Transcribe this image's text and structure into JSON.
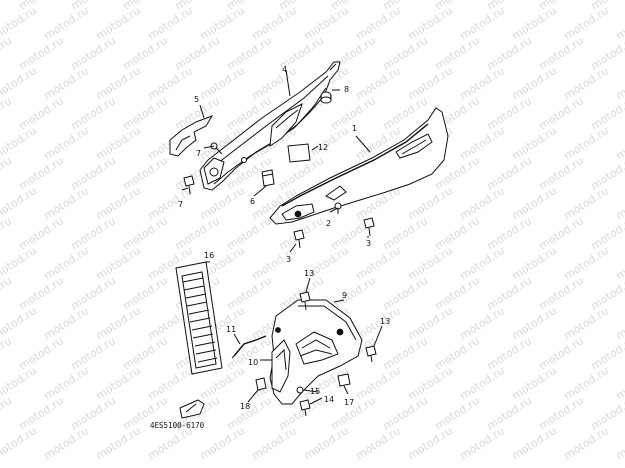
{
  "watermark": "motod.ru",
  "catalog_number": "4ES5100-6170",
  "callouts": [
    "1",
    "2",
    "3",
    "3",
    "4",
    "5",
    "6",
    "7",
    "7",
    "8",
    "9",
    "10",
    "11",
    "12",
    "13",
    "13",
    "14",
    "15",
    "16",
    "17",
    "18"
  ]
}
